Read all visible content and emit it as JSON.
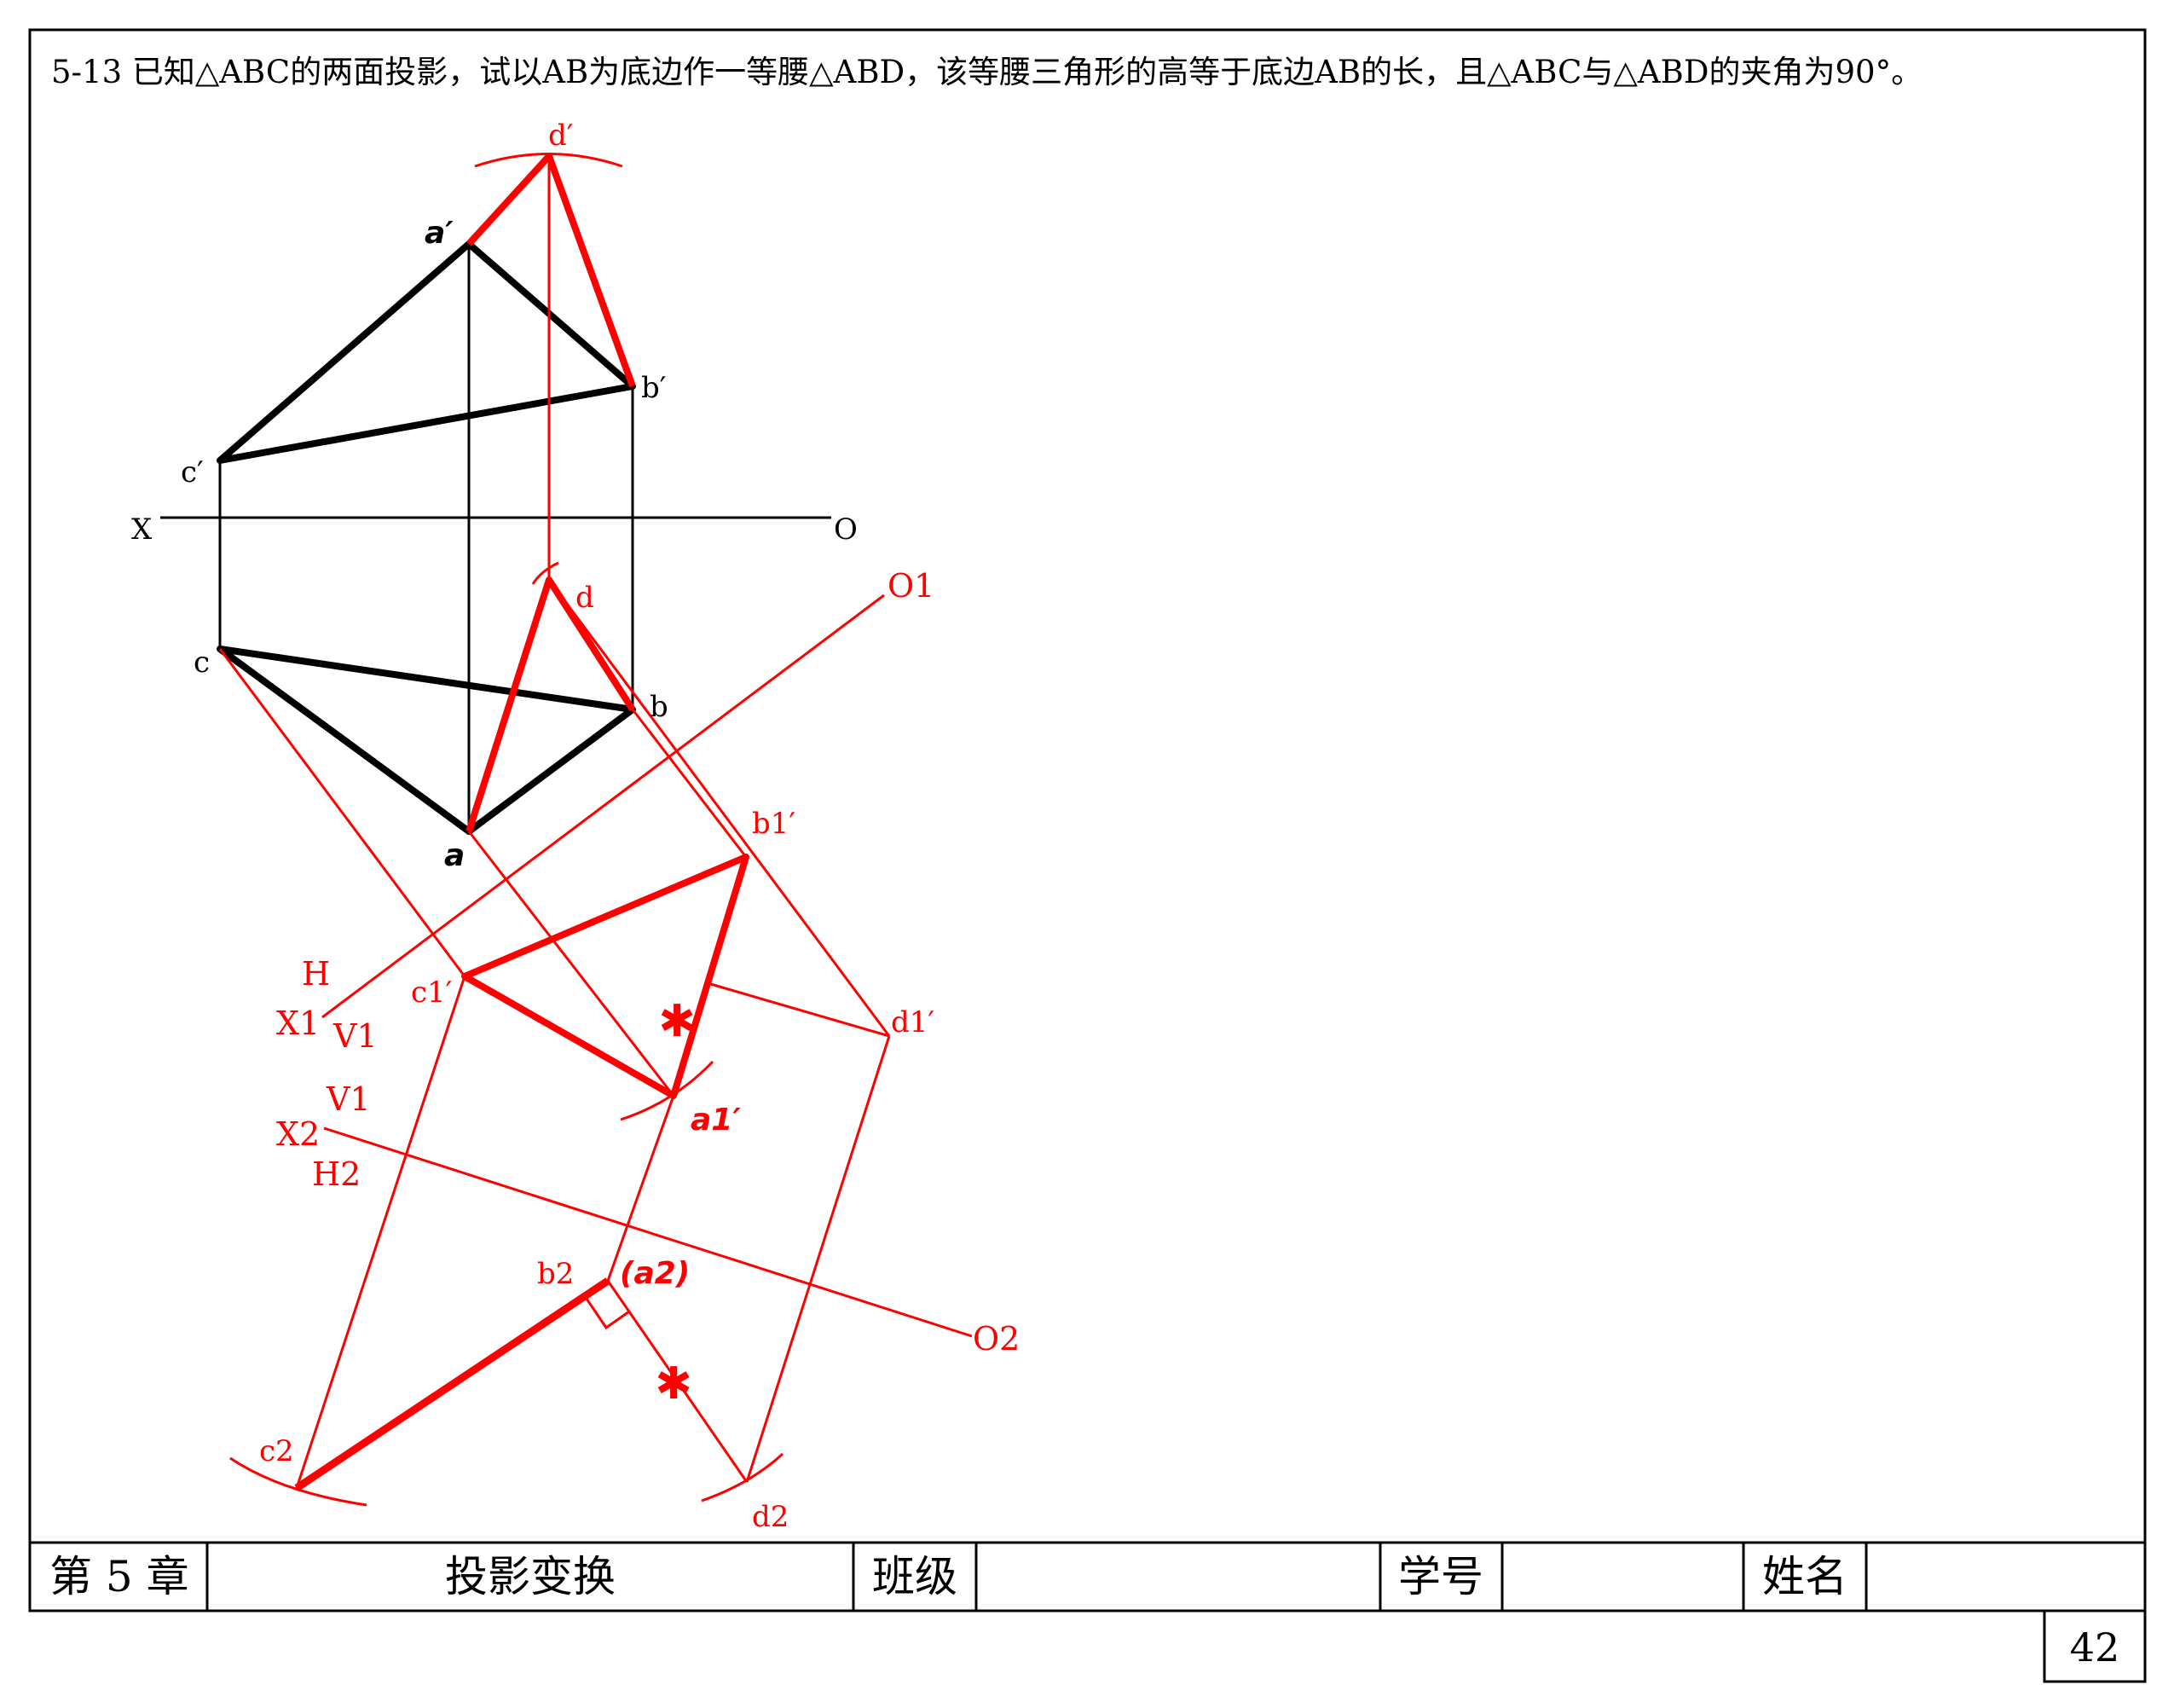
{
  "problem": {
    "text": "5-13 已知△ABC的两面投影，试以AB为底边作一等腰△ABD，该等腰三角形的高等于底边AB的长，且△ABC与△ABD的夹角为90°。"
  },
  "colors": {
    "ink": "#000000",
    "construction": "#ff0000"
  },
  "labels": {
    "a_v": "a′",
    "b_v": "b′",
    "c_v": "c′",
    "d_v": "d′",
    "x": "X",
    "o": "O",
    "a_h": "a",
    "b_h": "b",
    "c_h": "c",
    "d_h": "d",
    "o1": "O1",
    "h": "H",
    "x1": "X1",
    "v1_top": "V1",
    "b1": "b1′",
    "c1": "c1′",
    "d1": "d1′",
    "a1": "a1′",
    "v1_bottom": "V1",
    "x2": "X2",
    "h2": "H2",
    "o2": "O2",
    "b2": "b2",
    "a2": "(a2)",
    "c2": "c2",
    "d2": "d2",
    "equal_mark": "✱"
  },
  "title_block": {
    "chapter": "第 5 章",
    "topic": "投影变换",
    "class_label": "班级",
    "class_value": "",
    "id_label": "学号",
    "id_value": "",
    "name_label": "姓名",
    "name_value": "",
    "page": "42"
  }
}
